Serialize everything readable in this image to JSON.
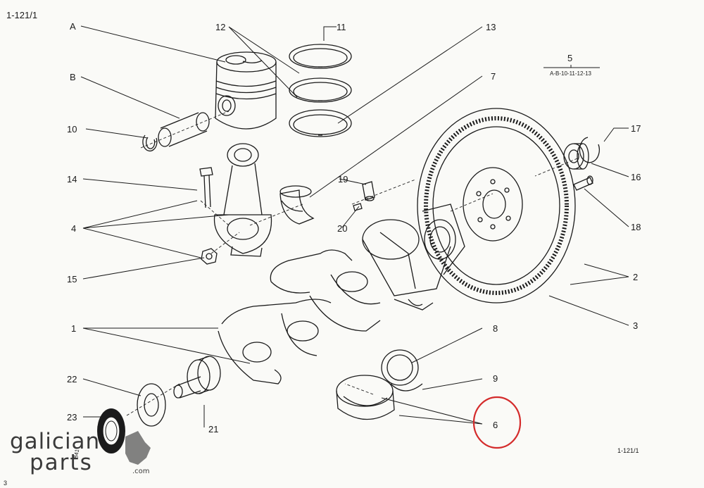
{
  "page": {
    "code_top_left": "1-121/1",
    "code_bottom_right": "1-121/1",
    "sheet_number": "3",
    "inset_code": "841"
  },
  "group_note": {
    "number": "5",
    "members": "A-B-10-11-12-13"
  },
  "callouts": [
    {
      "id": "A",
      "label": "A"
    },
    {
      "id": "B",
      "label": "B"
    },
    {
      "id": "10",
      "label": "10"
    },
    {
      "id": "12",
      "label": "12"
    },
    {
      "id": "11",
      "label": "11"
    },
    {
      "id": "13",
      "label": "13"
    },
    {
      "id": "7",
      "label": "7"
    },
    {
      "id": "14",
      "label": "14"
    },
    {
      "id": "4",
      "label": "4"
    },
    {
      "id": "15",
      "label": "15"
    },
    {
      "id": "19",
      "label": "19"
    },
    {
      "id": "20",
      "label": "20"
    },
    {
      "id": "17",
      "label": "17"
    },
    {
      "id": "16",
      "label": "16"
    },
    {
      "id": "18",
      "label": "18"
    },
    {
      "id": "2",
      "label": "2"
    },
    {
      "id": "3",
      "label": "3"
    },
    {
      "id": "1",
      "label": "1"
    },
    {
      "id": "8",
      "label": "8"
    },
    {
      "id": "9",
      "label": "9"
    },
    {
      "id": "6",
      "label": "6"
    },
    {
      "id": "22",
      "label": "22"
    },
    {
      "id": "23",
      "label": "23"
    },
    {
      "id": "21",
      "label": "21"
    }
  ],
  "highlight": {
    "target": "6",
    "color": "#d42b2b"
  },
  "watermark": {
    "line1": "galician",
    "line2": "parts",
    "tld": ".com"
  }
}
